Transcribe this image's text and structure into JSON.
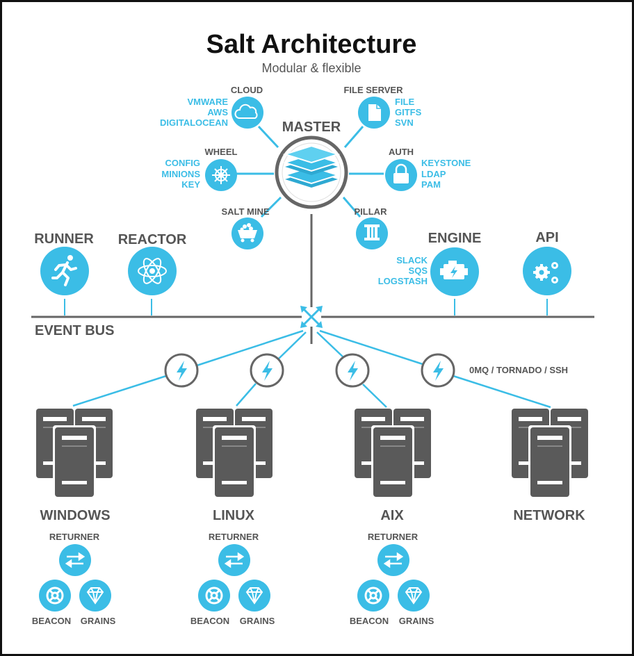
{
  "title": "Salt Architecture",
  "subtitle": "Modular & flexible",
  "colors": {
    "accent": "#3bbde6",
    "gray": "#555555",
    "line": "#666666"
  },
  "master": {
    "label": "MASTER",
    "icon": "stack-layers-icon"
  },
  "modules": {
    "cloud": {
      "label": "CLOUD",
      "items": [
        "VMWARE",
        "AWS",
        "DIGITALOCEAN"
      ],
      "icon": "cloud-icon"
    },
    "file_server": {
      "label": "FILE SERVER",
      "items": [
        "FILE",
        "GITFS",
        "SVN"
      ],
      "icon": "file-icon"
    },
    "wheel": {
      "label": "WHEEL",
      "items": [
        "CONFIG",
        "MINIONS",
        "KEY"
      ],
      "icon": "ship-wheel-icon"
    },
    "auth": {
      "label": "AUTH",
      "items": [
        "KEYSTONE",
        "LDAP",
        "PAM"
      ],
      "icon": "lock-icon"
    },
    "salt_mine": {
      "label": "SALT MINE",
      "icon": "mine-cart-icon"
    },
    "pillar": {
      "label": "PILLAR",
      "icon": "pillar-icon"
    }
  },
  "bus_nodes": {
    "runner": {
      "label": "RUNNER",
      "icon": "runner-icon"
    },
    "reactor": {
      "label": "REACTOR",
      "icon": "atom-icon"
    },
    "engine": {
      "label": "ENGINE",
      "items": [
        "SLACK",
        "SQS",
        "LOGSTASH"
      ],
      "icon": "engine-icon"
    },
    "api": {
      "label": "API",
      "icon": "gears-icon"
    }
  },
  "event_bus": "EVENT BUS",
  "transport": "0MQ / TORNADO / SSH",
  "minions": [
    {
      "label": "WINDOWS",
      "returner": "RETURNER",
      "beacon": "BEACON",
      "grains": "GRAINS"
    },
    {
      "label": "LINUX",
      "returner": "RETURNER",
      "beacon": "BEACON",
      "grains": "GRAINS"
    },
    {
      "label": "AIX",
      "returner": "RETURNER",
      "beacon": "BEACON",
      "grains": "GRAINS"
    },
    {
      "label": "NETWORK"
    }
  ]
}
